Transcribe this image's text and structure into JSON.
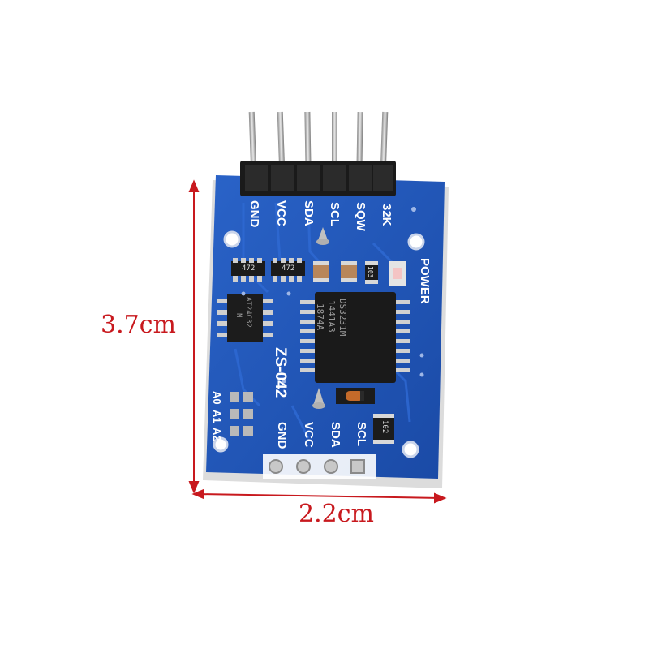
{
  "dimensions": {
    "height_label": "3.7cm",
    "width_label": "2.2cm",
    "color": "#c8191e"
  },
  "board": {
    "color": "#1f55b8",
    "model_label": "ZS-042",
    "top_pins": [
      "GND",
      "VCC",
      "SDA",
      "SCL",
      "SQW",
      "32K"
    ],
    "bottom_pins": [
      "GND",
      "VCC",
      "SDA",
      "SCL"
    ],
    "address_pins": [
      "A0",
      "A1",
      "A2"
    ],
    "power_label": "POWER",
    "main_chip_marking": [
      "DS3231M",
      "1441A3",
      "1874A"
    ],
    "eeprom_marking": [
      "AT24C32",
      "N"
    ],
    "resistor_codes": [
      "472",
      "472",
      "103",
      "102"
    ]
  }
}
